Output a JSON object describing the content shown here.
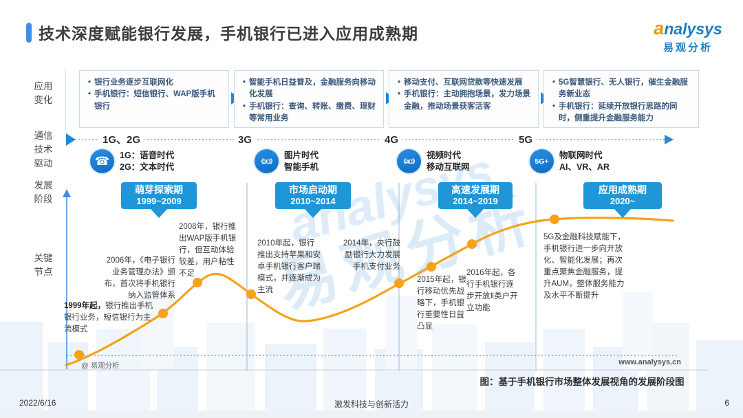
{
  "colors": {
    "accent_blue": "#1e96d7",
    "curve_orange": "#f7a11a",
    "brand_orange": "#f29400",
    "brand_blue": "#1b7fc3"
  },
  "header": {
    "title": "技术深度赋能银行发展，手机银行已进入应用成熟期",
    "brand_a": "a",
    "brand_rest": "nalysys",
    "brand_cn": "易观分析"
  },
  "left_labels": [
    "应用变化",
    "通信技术驱动",
    "发展阶段",
    "关键节点"
  ],
  "app_boxes": [
    {
      "bullets": [
        "银行业务逐步互联网化",
        "手机银行：短信银行、WAP版手机银行"
      ]
    },
    {
      "bullets": [
        "智能手机日益普及，金融服务向移动化发展",
        "手机银行：查询、转账、缴费、理财等常用业务"
      ]
    },
    {
      "bullets": [
        "移动支付、互联网贷款等快速发展",
        "手机银行：主动拥抱场景，发力场景金融，推动场景获客活客"
      ]
    },
    {
      "bullets": [
        "5G智慧银行、无人银行，催生金融服务新业态",
        "手机银行：延续开放银行思路的同时，侧重提升金融服务能力"
      ]
    }
  ],
  "timeline": {
    "generations": [
      "1G、2G",
      "3G",
      "4G",
      "5G"
    ],
    "eras": [
      {
        "icon": "phone-icon",
        "icon_label": "☎",
        "lines": [
          "1G：语音时代",
          "2G：文本时代"
        ]
      },
      {
        "icon": "3g-badge-icon",
        "icon_label": "《3G》",
        "lines": [
          "图片时代",
          "智能手机"
        ]
      },
      {
        "icon": "4g-badge-icon",
        "icon_label": "《4G》",
        "lines": [
          "视频时代",
          "移动互联网"
        ]
      },
      {
        "icon": "5g-plus-badge-icon",
        "icon_label": "5G+",
        "lines": [
          "物联网时代",
          "AI、VR、AR"
        ]
      }
    ]
  },
  "stages": [
    {
      "name": "萌芽探索期",
      "range": "1999~2009"
    },
    {
      "name": "市场启动期",
      "range": "2010~2014"
    },
    {
      "name": "高速发展期",
      "range": "2014~2019"
    },
    {
      "name": "应用成熟期",
      "range": "2020~"
    }
  ],
  "milestones": [
    {
      "year": "1999年起，",
      "text": "银行推出手机银行业务，短信银行为主流模式"
    },
    {
      "year": "2006年，",
      "text": "《电子银行业务管理办法》颁布，首次将手机银行纳入监管体系"
    },
    {
      "year": "2008年，",
      "text": "银行推出WAP版手机银行，但互动体验较差，用户粘性不足"
    },
    {
      "year": "2010年起，",
      "text": "银行推出支持苹果和安卓手机银行客户端模式，并逐渐成为主流"
    },
    {
      "year": "2014年，",
      "text": "央行鼓励银行大力发展手机支付业务"
    },
    {
      "year": "2015年起，",
      "text": "银行移动优先战略下，手机银行重要性日益凸显"
    },
    {
      "year": "2016年起，",
      "text": "各行手机银行逐步开放Ⅱ类户开立功能"
    },
    {
      "year": "",
      "text": "5G及金融科技赋能下，手机银行进一步向开放化、智能化发展；再次重点聚焦金融服务，提升AUM，整体服务能力及水平不断提升"
    }
  ],
  "watermark": {
    "brand": "analysys",
    "brand_cn": "易观分析"
  },
  "chart_note": "@ 易观分析",
  "website": "www.analysys.cn",
  "caption": "图：基于手机银行市场整体发展视角的发展阶段图",
  "footer": {
    "date": "2022/6/16",
    "slogan": "激发科技与创新活力",
    "page": "6"
  }
}
